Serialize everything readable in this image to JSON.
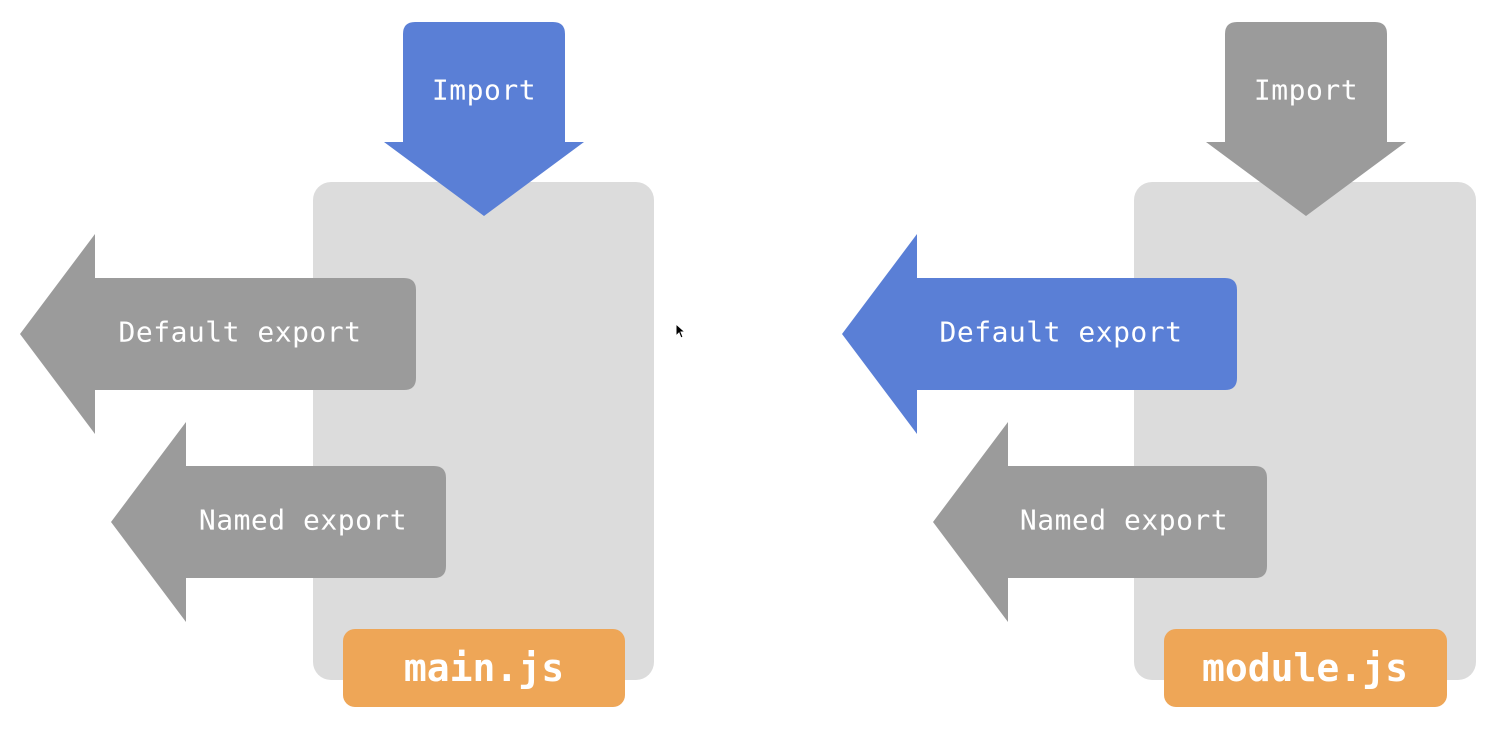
{
  "colors": {
    "active": "#5a7fd6",
    "inactive": "#9b9b9b",
    "file_panel": "#dcdcdc",
    "file_label": "#eea657",
    "text": "#ffffff"
  },
  "left_module": {
    "file_name": "main.js",
    "import_label": "Import",
    "import_state": "active",
    "default_export_label": "Default export",
    "default_export_state": "inactive",
    "named_export_label": "Named export",
    "named_export_state": "inactive"
  },
  "right_module": {
    "file_name": "module.js",
    "import_label": "Import",
    "import_state": "inactive",
    "default_export_label": "Default export",
    "default_export_state": "active",
    "named_export_label": "Named export",
    "named_export_state": "inactive"
  },
  "icons": {
    "pointer": "mouse-pointer-icon"
  }
}
